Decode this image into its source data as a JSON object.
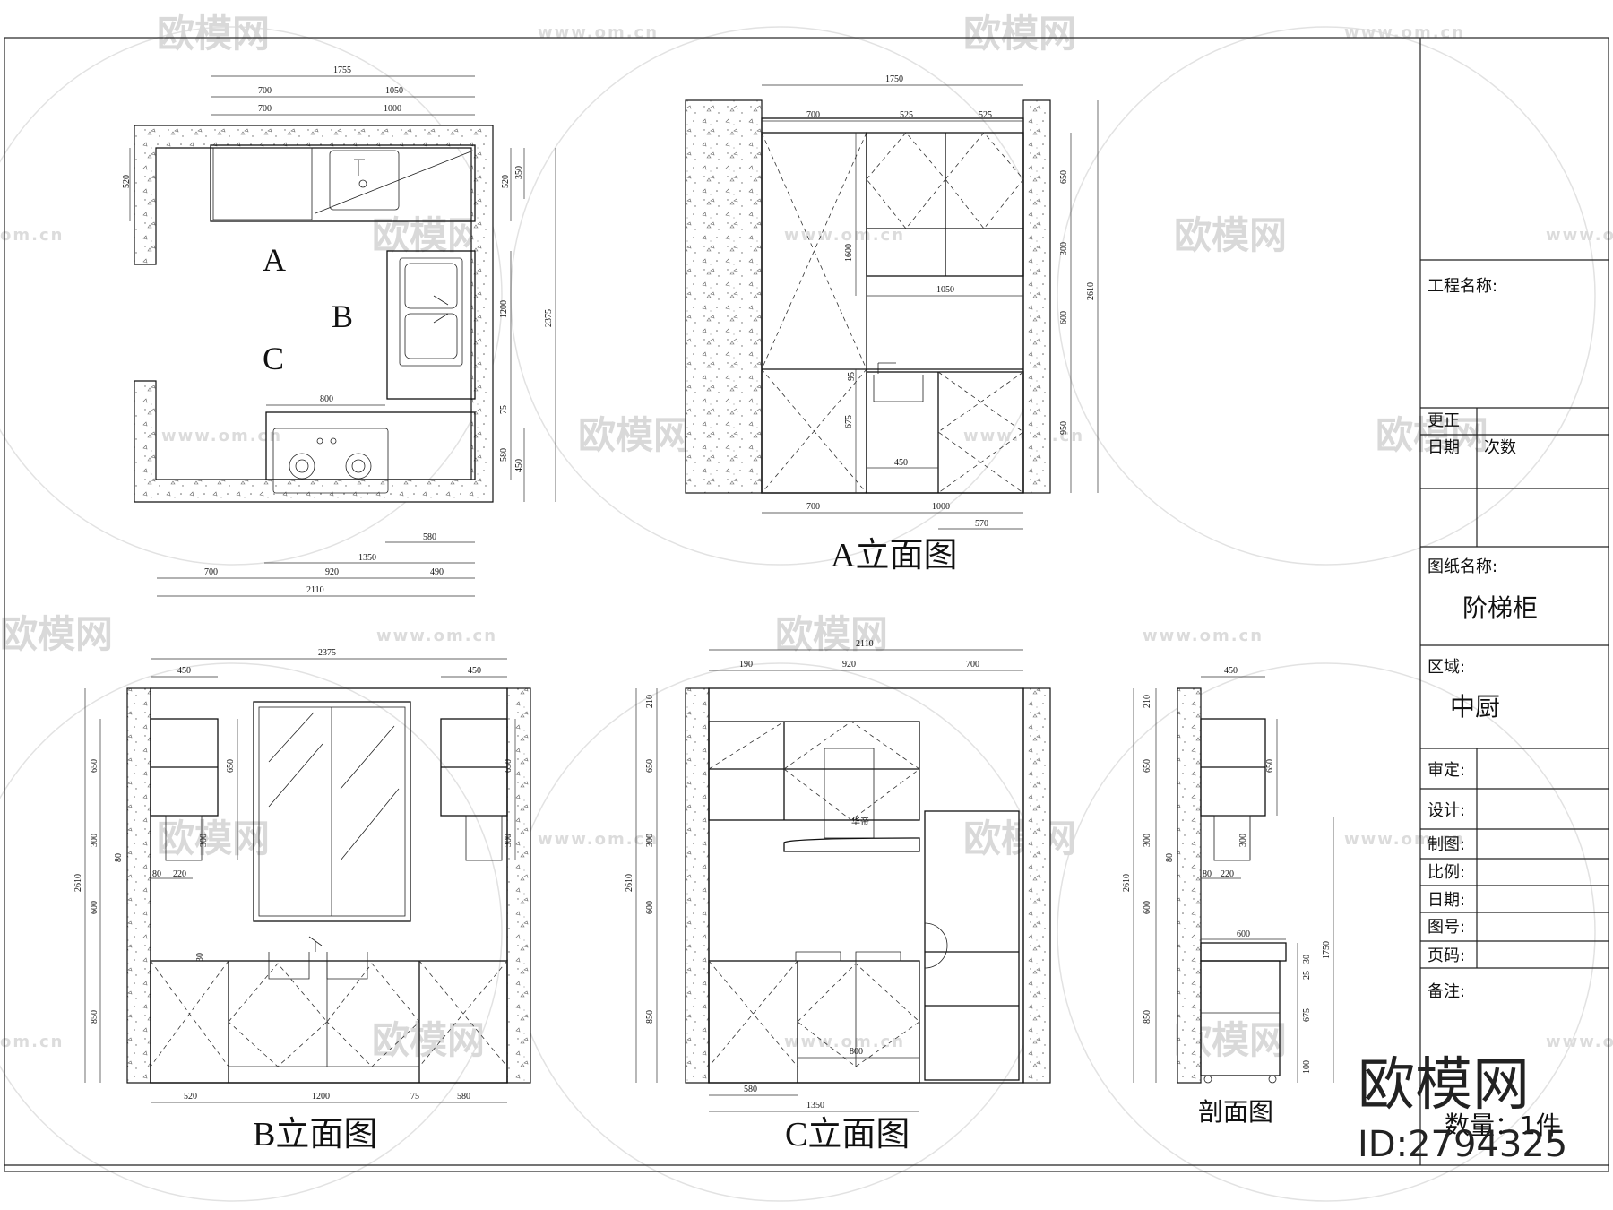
{
  "watermark": {
    "brand": "欧模网",
    "url": "www.om.cn",
    "url_short": "om.cn"
  },
  "plan": {
    "zones": {
      "a": "A",
      "b": "B",
      "c": "C"
    },
    "dims": {
      "top_total": "1755",
      "top_a": "700",
      "top_b": "1050",
      "top_c": "700",
      "top_d": "1000",
      "left_520": "520",
      "right_520": "520",
      "right_350": "350",
      "right_1200": "1200",
      "right_2375": "2375",
      "right_75": "75",
      "right_580": "580",
      "right_450": "450",
      "stove_800": "800",
      "bot_580": "580",
      "bot_1350": "1350",
      "bot_700": "700",
      "bot_920": "920",
      "bot_490": "490",
      "bot_2110": "2110"
    }
  },
  "elev_a": {
    "title": "A立面图",
    "dims": {
      "top_total": "1750",
      "top_700": "700",
      "top_525a": "525",
      "top_525b": "525",
      "mid_1050": "1050",
      "v_1600": "1600",
      "v_95": "95",
      "v_675": "675",
      "w_450": "450",
      "r_650": "650",
      "r_300": "300",
      "r_600": "600",
      "r_950": "950",
      "r_total": "2610",
      "bot_700": "700",
      "bot_1000": "1000",
      "bot_570": "570"
    }
  },
  "elev_b": {
    "title": "B立面图",
    "dims": {
      "top_total": "2375",
      "top_450l": "450",
      "top_450r": "450",
      "l_650": "650",
      "l_300": "300",
      "l_80": "80",
      "l_600": "600",
      "l_850": "850",
      "l_total": "2610",
      "in_650": "650",
      "in_300": "300",
      "h_80": "80",
      "h_220": "220",
      "v_30": "30",
      "r_650": "650",
      "r_300": "300",
      "bot_520": "520",
      "bot_1200": "1200",
      "bot_75": "75",
      "bot_580": "580"
    }
  },
  "elev_c": {
    "title": "C立面图",
    "dims": {
      "top_total": "2110",
      "top_190": "190",
      "top_920": "920",
      "top_700": "700",
      "l_210": "210",
      "l_650": "650",
      "l_300": "300",
      "l_600": "600",
      "l_850": "850",
      "l_total": "2610",
      "w_800": "800",
      "bot_580": "580",
      "bot_1350": "1350",
      "hood_mark": "华帝"
    }
  },
  "section": {
    "title": "剖面图",
    "dims": {
      "top_450": "450",
      "l_210": "210",
      "l_650": "650",
      "l_300": "300",
      "l_600": "600",
      "l_850": "850",
      "l_total": "2610",
      "h_80v": "80",
      "h_80": "80",
      "h_220": "220",
      "in_650": "650",
      "in_300": "300",
      "w_600": "600",
      "r_30": "30",
      "r_25": "25",
      "r_675": "675",
      "r_100": "100",
      "r_1750": "1750"
    }
  },
  "title_block": {
    "project_label": "工程名称:",
    "revision_label": "更正",
    "date_label": "日期",
    "count_label": "次数",
    "drawing_name_label": "图纸名称:",
    "drawing_name": "阶梯柜",
    "area_label": "区域:",
    "area": "中厨",
    "review_label": "审定:",
    "design_label": "设计:",
    "draft_label": "制图:",
    "scale_label": "比例:",
    "date2_label": "日期:",
    "number_label": "图号:",
    "page_label": "页码:",
    "remarks_label": "备注:",
    "quantity": "数量：1件"
  },
  "logo": {
    "brand": "欧模网",
    "id": "ID:2794325"
  }
}
